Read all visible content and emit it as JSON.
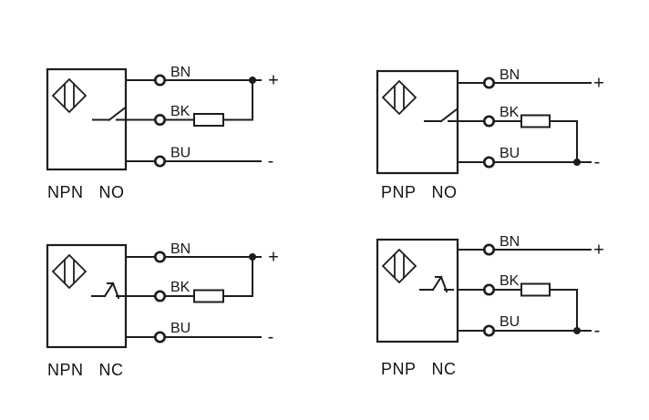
{
  "colors": {
    "background": "#ffffff",
    "line": "#1d1d1d",
    "label": "#191919",
    "caption": "#141414"
  },
  "diagrams": [
    {
      "type_label": "NPN",
      "contact_label": "NO",
      "wires": [
        {
          "label": "BN",
          "polarity": "+"
        },
        {
          "label": "BK",
          "polarity": ""
        },
        {
          "label": "BU",
          "polarity": "-"
        }
      ]
    },
    {
      "type_label": "PNP",
      "contact_label": "NO",
      "wires": [
        {
          "label": "BN",
          "polarity": "+"
        },
        {
          "label": "BK",
          "polarity": ""
        },
        {
          "label": "BU",
          "polarity": "-"
        }
      ]
    },
    {
      "type_label": "NPN",
      "contact_label": "NC",
      "wires": [
        {
          "label": "BN",
          "polarity": "+"
        },
        {
          "label": "BK",
          "polarity": ""
        },
        {
          "label": "BU",
          "polarity": "-"
        }
      ]
    },
    {
      "type_label": "PNP",
      "contact_label": "NC",
      "wires": [
        {
          "label": "BN",
          "polarity": "+"
        },
        {
          "label": "BK",
          "polarity": ""
        },
        {
          "label": "BU",
          "polarity": "-"
        }
      ]
    }
  ]
}
